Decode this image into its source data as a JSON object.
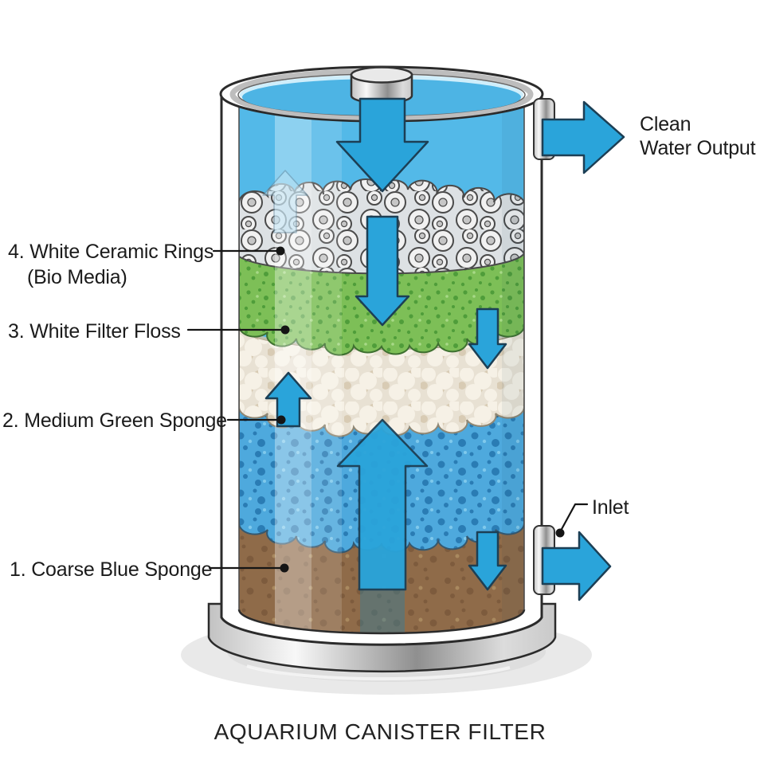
{
  "title": "AQUARIUM CANISTER FILTER",
  "labels": {
    "layer4_line1": "4. White Ceramic Rings",
    "layer4_line2": "(Bio Media)",
    "layer3": "3. White Filter Floss",
    "layer2": "2. Medium Green Sponge",
    "layer1": "1. Coarse Blue Sponge",
    "output_line1": "Clean",
    "output_line2": "Water Output",
    "inlet": "Inlet"
  },
  "icons": {
    "output_arrow": "arrow-right",
    "inlet_arrow": "arrow-right",
    "inflow_arrow": "arrow-down",
    "media_flow_arrow": "arrow-down",
    "return_flow_arrow": "arrow-up"
  },
  "colors": {
    "water": "#53b9e8",
    "water_lid": "#4db4e4",
    "arrow": "#2aa4da",
    "arrow_outline": "#1c3f55",
    "arrow_faint": "#bfe3f5",
    "green_sponge": "#7dbf57",
    "green_sponge_dark": "#4f9d3a",
    "filter_floss": "#e8e1d3",
    "floss_shadow": "#d6c9b1",
    "floss_light": "#f6f1e6",
    "blue_sponge": "#4ea9dd",
    "blue_sponge_dark": "#2a7cb4",
    "dirty_brown": "#8f6b49",
    "brown_dark": "#6e4e33",
    "ceramic_ring": "#f1f1f1",
    "ring_hole": "#c6c6c6",
    "outline": "#2b2b2b",
    "label_text": "#1b1b1b"
  }
}
